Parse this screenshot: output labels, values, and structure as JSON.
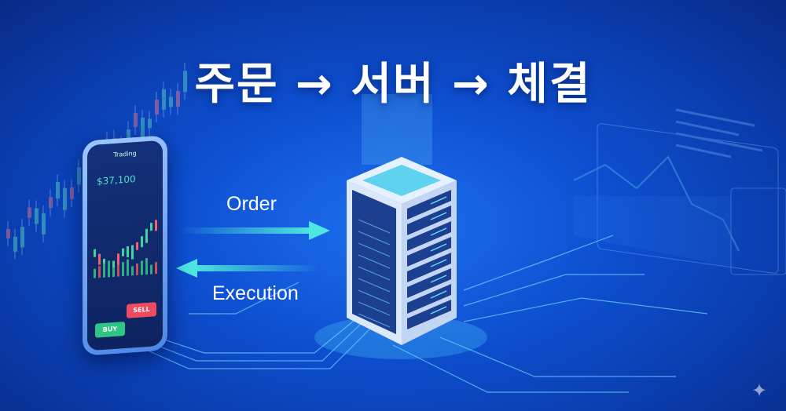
{
  "title": "주문 → 서버 → 체결",
  "flow": {
    "order_label": "Order",
    "execution_label": "Execution"
  },
  "phone": {
    "header": "Trading",
    "price": "$37,100",
    "buy_label": "BUY",
    "sell_label": "SELL"
  },
  "colors": {
    "accent": "#4fe6e0",
    "buy": "#2fc585",
    "sell": "#ef4a5f",
    "background": "#0d4fd0"
  },
  "icons": {
    "sparkle": "sparkle-icon"
  }
}
